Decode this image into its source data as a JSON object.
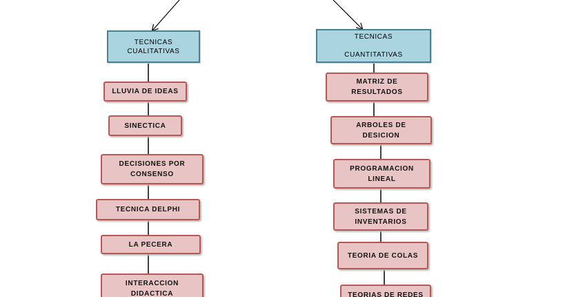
{
  "headers": {
    "left": "TECNICAS\nCUALITATIVAS",
    "right": "TECNICAS\n\nCUANTITATIVAS"
  },
  "left_items": [
    "LLUVIA DE IDEAS",
    "SINECTICA",
    "DECISIONES POR\nCONSENSO",
    "TECNICA DELPHI",
    "LA PECERA",
    "INTERACCION\nDIDACTICA"
  ],
  "right_items": [
    "MATRIZ DE\nRESULTADOS",
    "ARBOLES DE\nDESICION",
    "PROGRAMACION\nLINEAL",
    "SISTEMAS DE\nINVENTARIOS",
    "TEORIA DE COLAS",
    "TEORIAS DE REDES"
  ],
  "colors": {
    "header_fill": "#a9d4e0",
    "header_border": "#4a7f91",
    "node_fill": "#e9c4c5",
    "node_border": "#b95553",
    "line": "#000000"
  }
}
